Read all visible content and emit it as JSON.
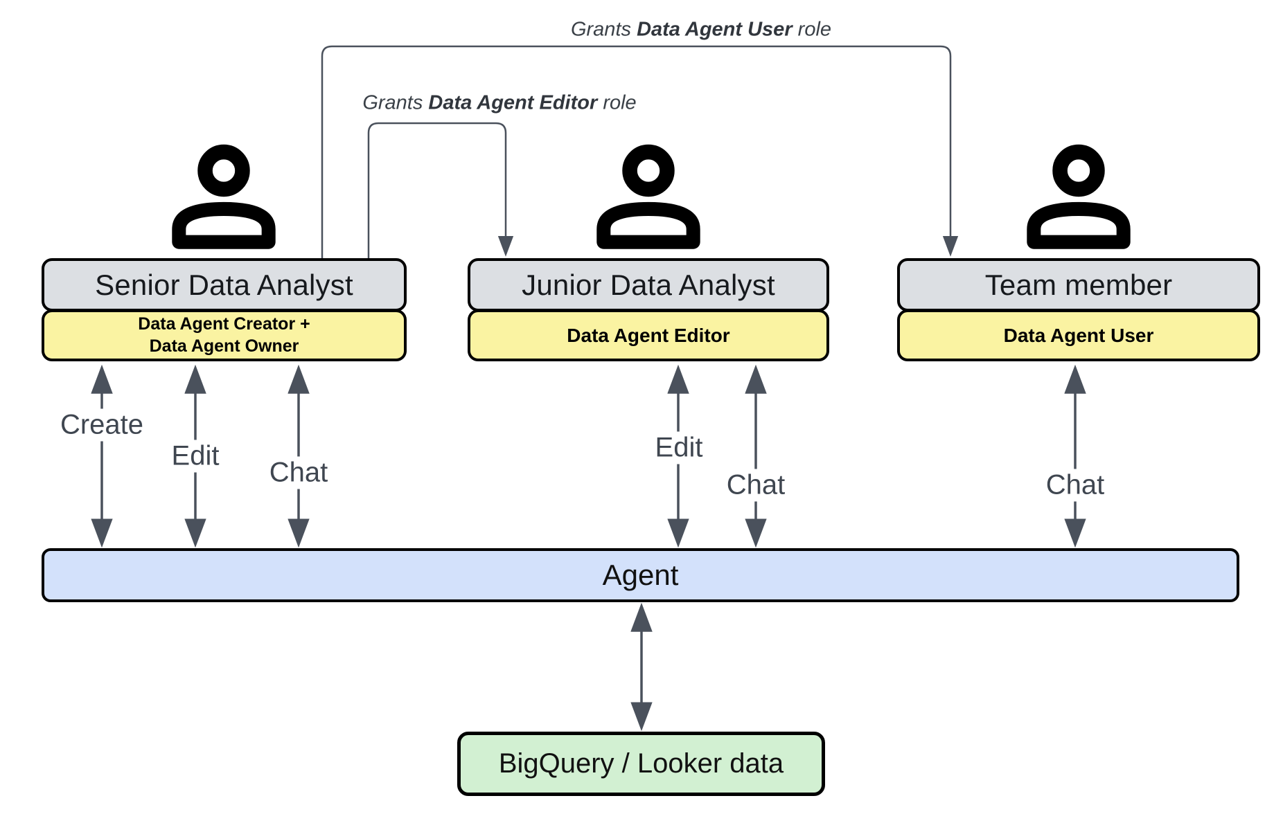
{
  "colors": {
    "line": "#4a515c",
    "box-gray": "#dcdfe3",
    "box-yellow": "#faf3a2",
    "box-blue": "#d3e1fb",
    "box-green": "#d2f0d2"
  },
  "grants": [
    {
      "prefix": "Grants",
      "role": "Data Agent User",
      "suffix": "role"
    },
    {
      "prefix": "Grants",
      "role": "Data Agent Editor",
      "suffix": "role"
    }
  ],
  "actors": [
    {
      "title": "Senior Data Analyst",
      "role": "Data Agent Creator +\nData Agent Owner",
      "actions": [
        "Create",
        "Edit",
        "Chat"
      ]
    },
    {
      "title": "Junior Data Analyst",
      "role": "Data Agent Editor",
      "actions": [
        "Edit",
        "Chat"
      ]
    },
    {
      "title": "Team member",
      "role": "Data Agent User",
      "actions": [
        "Chat"
      ]
    }
  ],
  "agent": {
    "label": "Agent"
  },
  "datastore": {
    "label": "BigQuery / Looker data"
  }
}
